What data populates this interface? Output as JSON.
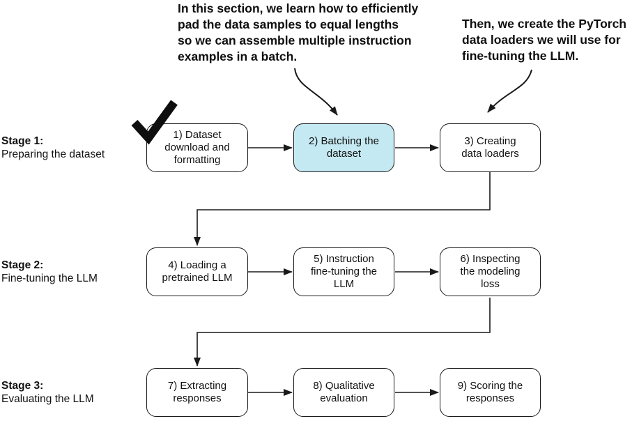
{
  "diagram": {
    "annotations": [
      {
        "text": "In this section, we learn how to efficiently\npad the data samples to equal lengths\nso we can assemble multiple instruction\nexamples in a batch."
      },
      {
        "text": "Then, we create the PyTorch\ndata loaders we will use for\nfine-tuning the LLM."
      }
    ],
    "stages": [
      {
        "title": "Stage 1:",
        "subtitle": "Preparing the dataset"
      },
      {
        "title": "Stage 2:",
        "subtitle": "Fine-tuning the LLM"
      },
      {
        "title": "Stage 3:",
        "subtitle": "Evaluating the LLM"
      }
    ],
    "boxes": [
      {
        "text": "1) Dataset\ndownload and\nformatting",
        "highlighted": false,
        "completed": true
      },
      {
        "text": "2) Batching the\ndataset",
        "highlighted": true,
        "completed": false
      },
      {
        "text": "3) Creating\ndata loaders",
        "highlighted": false,
        "completed": false
      },
      {
        "text": "4) Loading a\npretrained LLM",
        "highlighted": false,
        "completed": false
      },
      {
        "text": "5) Instruction\nfine-tuning the\nLLM",
        "highlighted": false,
        "completed": false
      },
      {
        "text": "6) Inspecting\nthe modeling\nloss",
        "highlighted": false,
        "completed": false
      },
      {
        "text": "7) Extracting\nresponses",
        "highlighted": false,
        "completed": false
      },
      {
        "text": "8) Qualitative\nevaluation",
        "highlighted": false,
        "completed": false
      },
      {
        "text": "9) Scoring the\nresponses",
        "highlighted": false,
        "completed": false
      }
    ],
    "colors": {
      "highlight": "#c5e9f2",
      "stroke": "#1a1a1a",
      "text": "#111111",
      "background": "#ffffff"
    }
  }
}
